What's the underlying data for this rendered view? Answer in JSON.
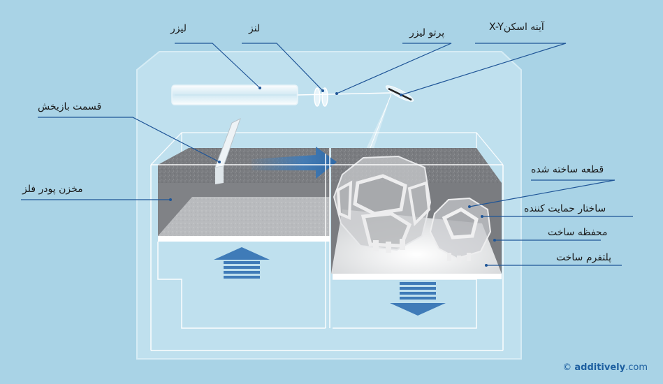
{
  "labels": {
    "laser": "لیزر",
    "lens": "لنز",
    "laser_beam": "پرتو لیزر",
    "xy_mirror": "آینه اسکنX-Y",
    "recoater": "قسمت بازیخش",
    "powder_reservoir": "مخزن پودر فلز",
    "built_part": "قطعه ساخته شده",
    "support": "ساختار حمایت کننده",
    "build_chamber": "محفظه ساخت",
    "build_platform": "پلتفرم ساخت"
  },
  "credit": {
    "symbol": "©",
    "brand": "additively",
    "suffix": ".com"
  },
  "colors": {
    "background": "#a9d3e6",
    "machine_fill": "#bfe0ee",
    "powder_dark": "#6f7175",
    "powder_light": "#b4b6b9",
    "arrow_blue": "#3f7bb8",
    "leader_line": "#1f5597",
    "credit_text": "#1d5fa0"
  },
  "icons": [
    "right-arrow-icon",
    "up-arrow-icon",
    "down-arrow-icon"
  ]
}
